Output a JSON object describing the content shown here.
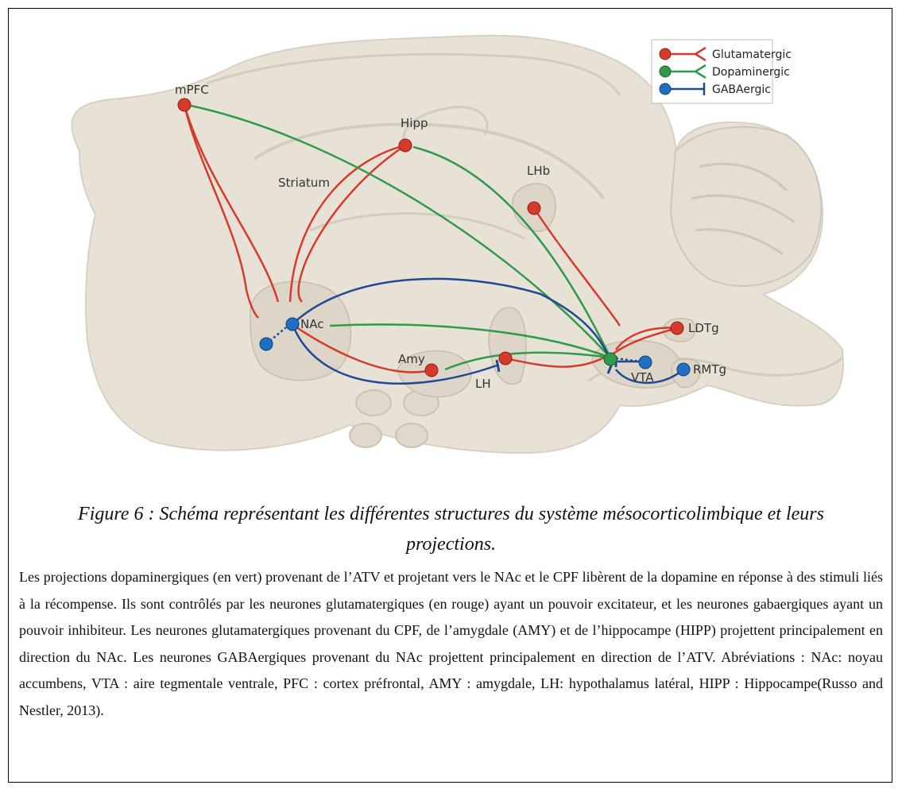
{
  "legend": [
    {
      "label": "Glutamatergic",
      "color": "#d63a2a"
    },
    {
      "label": "Dopaminergic",
      "color": "#2e9a4a"
    },
    {
      "label": "GABAergic",
      "color": "#1f4a93"
    }
  ],
  "regions": {
    "mpfc": "mPFC",
    "hipp": "Hipp",
    "striatum": "Striatum",
    "lhb": "LHb",
    "nac": "NAc",
    "amy": "Amy",
    "lh": "LH",
    "ldtg": "LDTg",
    "vta": "VTA",
    "rmtg": "RMTg"
  },
  "caption": "Figure 6 : Schéma représentant les différentes structures du système mésocorticolimbique et leurs projections.",
  "body": "Les projections dopaminergiques (en vert) provenant de l’ATV et projetant vers le NAc et le CPF libèrent de la dopamine en réponse à des stimuli liés à la récompense. Ils sont contrôlés par les neurones glutamatergiques (en rouge) ayant un pouvoir excitateur, et les neurones gabaergiques ayant un pouvoir inhibiteur. Les neurones glutamatergiques provenant du CPF, de l’amygdale (AMY) et de l’hippocampe (HIPP) projettent principalement en direction du NAc. Les neurones GABAergiques provenant du NAc projettent principalement en direction de l’ATV. Abréviations : NAc: noyau accumbens, VTA : aire tegmentale ventrale, PFC : cortex préfrontal, AMY : amygdale, LH: hypothalamus latéral, HIPP : Hippocampe(Russo and Nestler, 2013)."
}
